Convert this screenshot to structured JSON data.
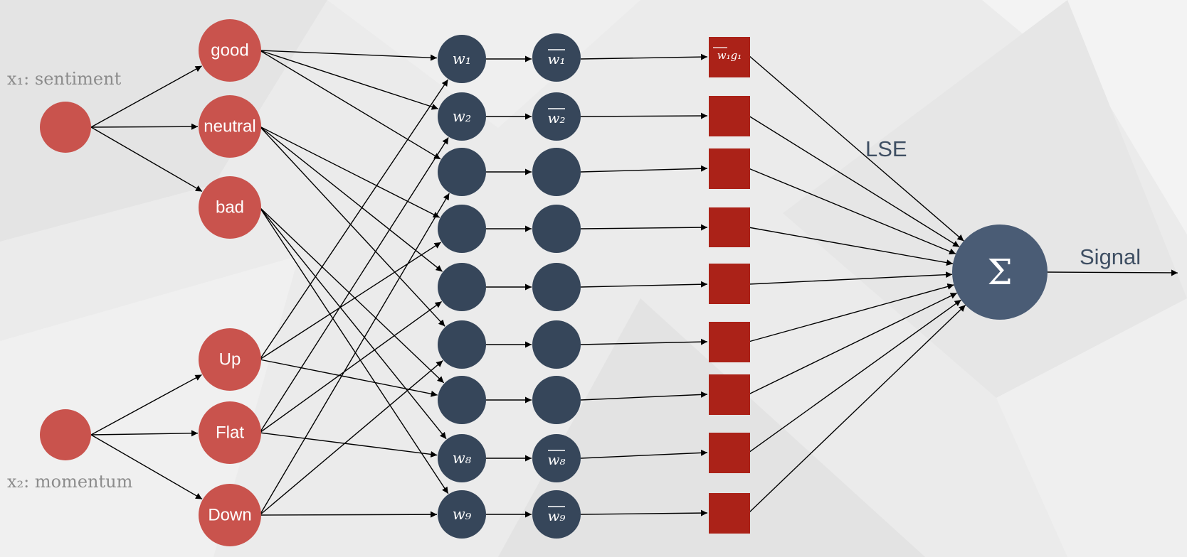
{
  "inputs": {
    "x1_label": "x₁: sentiment",
    "x2_label": "x₂: momentum"
  },
  "categories": {
    "sentiment": [
      "good",
      "neutral",
      "bad"
    ],
    "momentum": [
      "Up",
      "Flat",
      "Down"
    ]
  },
  "weights": {
    "labels": [
      "w₁",
      "w₂",
      "",
      "",
      "",
      "",
      "",
      "w₈",
      "w₉"
    ],
    "bar_labels": [
      "w₁",
      "w₂",
      "",
      "",
      "",
      "",
      "",
      "w₈",
      "w₉"
    ]
  },
  "products": {
    "labels": [
      "w₁g₁",
      "",
      "",
      "",
      "",
      "",
      "",
      "",
      ""
    ]
  },
  "aggregator": {
    "symbol": "Σ",
    "lse_label": "LSE",
    "output_label": "Signal"
  },
  "colors": {
    "category_node": "#c9534d",
    "weight_node": "#36465a",
    "product_square": "#ab2218",
    "sum_node": "#4a5c75"
  }
}
